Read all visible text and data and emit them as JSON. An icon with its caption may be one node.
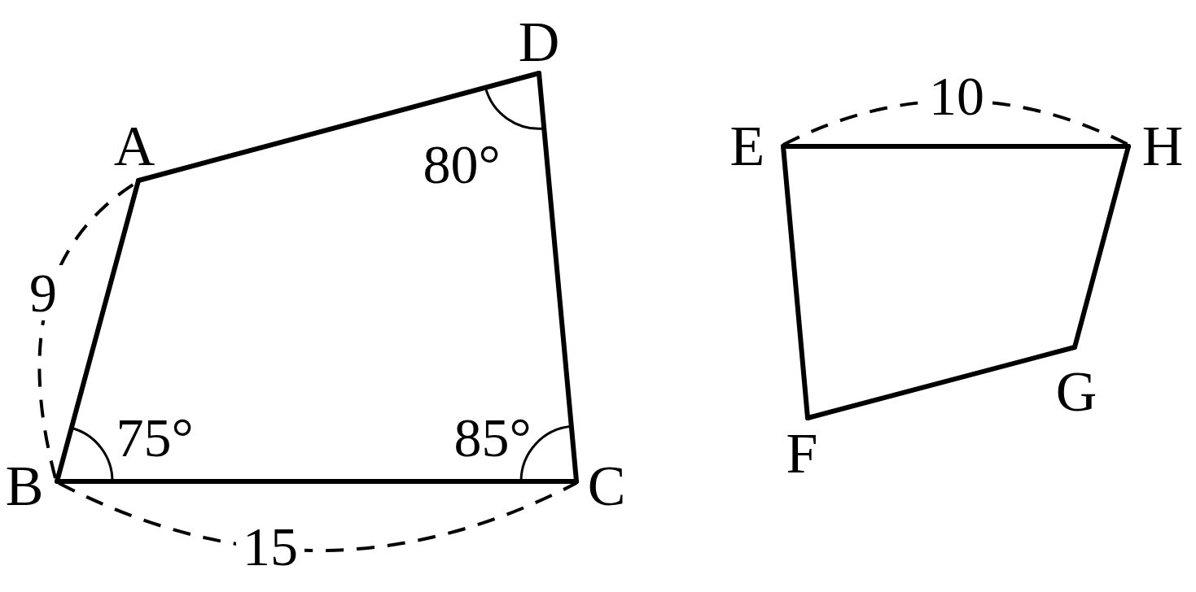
{
  "diagram": {
    "nodes": [
      {
        "text": [
          "A"
        ]
      },
      {
        "text": [
          "B"
        ]
      },
      {
        "text": [
          "C"
        ]
      },
      {
        "text": [
          "D"
        ]
      },
      {
        "text": [
          "E"
        ]
      },
      {
        "text": [
          "F"
        ]
      },
      {
        "text": [
          "G"
        ]
      },
      {
        "text": [
          "H"
        ]
      }
    ],
    "edges": [
      {
        "from": 0,
        "to": 1,
        "arrow": "none"
      },
      {
        "from": 1,
        "to": 2,
        "arrow": "none"
      },
      {
        "from": 2,
        "to": 3,
        "arrow": "none"
      },
      {
        "from": 3,
        "to": 0,
        "arrow": "none"
      },
      {
        "from": 4,
        "to": 5,
        "arrow": "none"
      },
      {
        "from": 5,
        "to": 6,
        "arrow": "none"
      },
      {
        "from": 6,
        "to": 7,
        "arrow": "none"
      },
      {
        "from": 7,
        "to": 4,
        "arrow": "none"
      }
    ],
    "labels": [
      "80°",
      "10",
      "9",
      "75°",
      "85°",
      "15"
    ]
  }
}
